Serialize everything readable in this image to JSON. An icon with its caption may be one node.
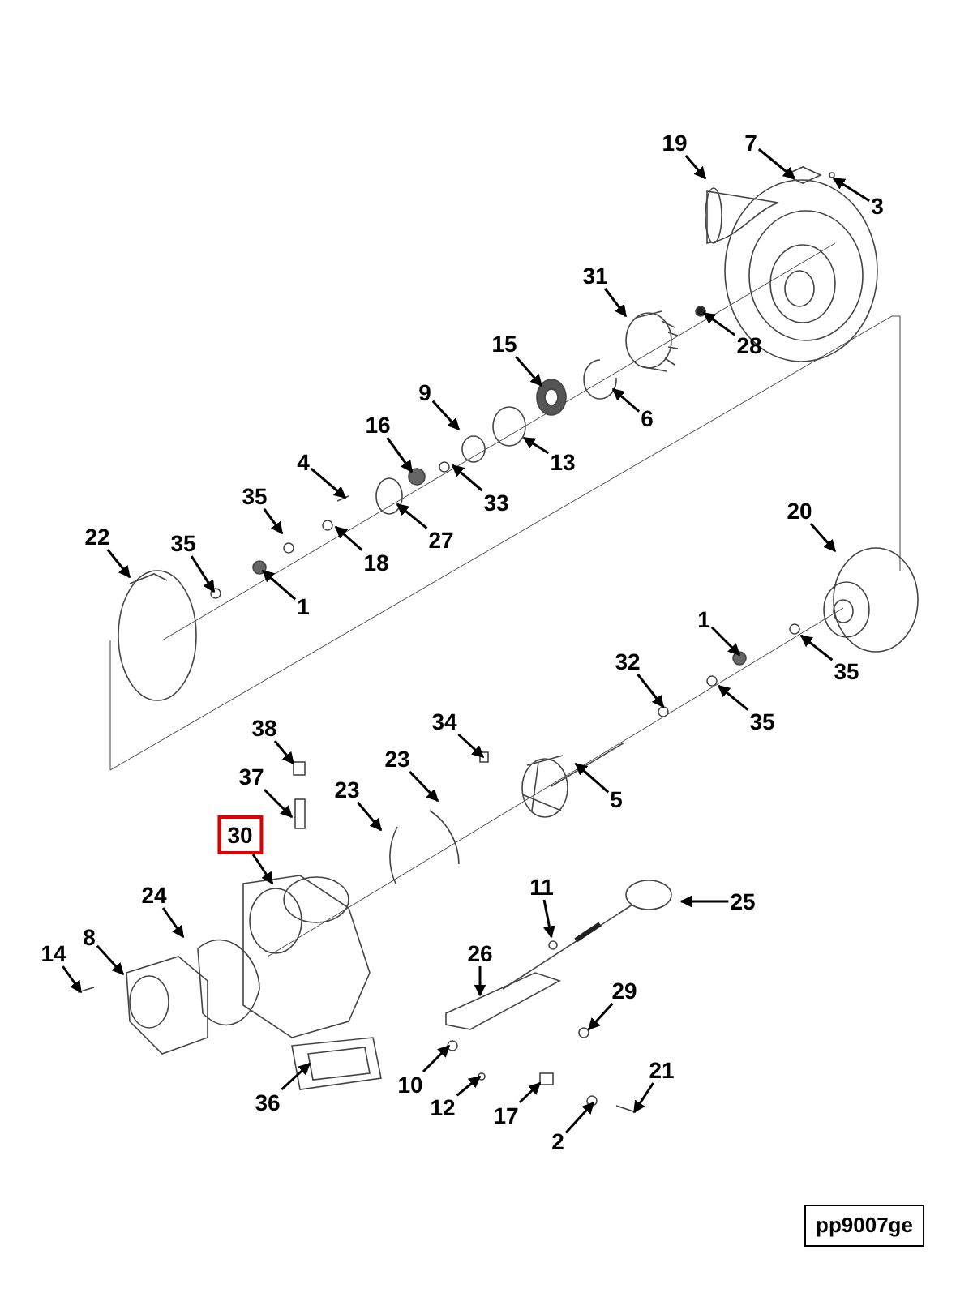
{
  "diagram": {
    "nodes": [
      {
        "text": [
          "19"
        ]
      },
      {
        "text": [
          "7"
        ]
      },
      {
        "text": [
          "3"
        ]
      },
      {
        "text": [
          "31"
        ]
      },
      {
        "text": [
          "28"
        ]
      },
      {
        "text": [
          "15"
        ]
      },
      {
        "text": [
          "6"
        ]
      },
      {
        "text": [
          "9"
        ]
      },
      {
        "text": [
          "13"
        ]
      },
      {
        "text": [
          "16"
        ]
      },
      {
        "text": [
          "33"
        ]
      },
      {
        "text": [
          "4"
        ]
      },
      {
        "text": [
          "27"
        ]
      },
      {
        "text": [
          "35"
        ]
      },
      {
        "text": [
          "18"
        ]
      },
      {
        "text": [
          "22"
        ]
      },
      {
        "text": [
          "35"
        ]
      },
      {
        "text": [
          "1"
        ]
      },
      {
        "text": [
          "20"
        ]
      },
      {
        "text": [
          "1"
        ]
      },
      {
        "text": [
          "35"
        ]
      },
      {
        "text": [
          "32"
        ]
      },
      {
        "text": [
          "35"
        ]
      },
      {
        "text": [
          "38"
        ]
      },
      {
        "text": [
          "34"
        ]
      },
      {
        "text": [
          "23"
        ]
      },
      {
        "text": [
          "37"
        ]
      },
      {
        "text": [
          "23"
        ]
      },
      {
        "text": [
          "5"
        ]
      },
      {
        "text": [
          "30"
        ]
      },
      {
        "text": [
          "24"
        ]
      },
      {
        "text": [
          "11"
        ]
      },
      {
        "text": [
          "25"
        ]
      },
      {
        "text": [
          "8"
        ]
      },
      {
        "text": [
          "26"
        ]
      },
      {
        "text": [
          "14"
        ]
      },
      {
        "text": [
          "29"
        ]
      },
      {
        "text": [
          "21"
        ]
      },
      {
        "text": [
          "10"
        ]
      },
      {
        "text": [
          "36"
        ]
      },
      {
        "text": [
          "12"
        ]
      },
      {
        "text": [
          "17"
        ]
      },
      {
        "text": [
          "2"
        ]
      },
      {
        "text": [
          "pp9007ge"
        ]
      }
    ],
    "edges": [
      {
        "from": 0,
        "to": null,
        "arrow": "to"
      },
      {
        "from": 1,
        "to": null,
        "arrow": "to"
      },
      {
        "from": 2,
        "to": null,
        "arrow": "to"
      },
      {
        "from": 3,
        "to": null,
        "arrow": "to"
      },
      {
        "from": 4,
        "to": null,
        "arrow": "to"
      },
      {
        "from": 5,
        "to": null,
        "arrow": "to"
      },
      {
        "from": 6,
        "to": null,
        "arrow": "to"
      },
      {
        "from": 7,
        "to": null,
        "arrow": "to"
      },
      {
        "from": 8,
        "to": null,
        "arrow": "to"
      },
      {
        "from": 9,
        "to": null,
        "arrow": "to"
      },
      {
        "from": 10,
        "to": null,
        "arrow": "to"
      },
      {
        "from": 11,
        "to": null,
        "arrow": "to"
      },
      {
        "from": 12,
        "to": null,
        "arrow": "to"
      },
      {
        "from": 13,
        "to": null,
        "arrow": "to"
      },
      {
        "from": 14,
        "to": null,
        "arrow": "to"
      },
      {
        "from": 15,
        "to": null,
        "arrow": "to"
      },
      {
        "from": 16,
        "to": null,
        "arrow": "to"
      },
      {
        "from": 17,
        "to": null,
        "arrow": "to"
      },
      {
        "from": 18,
        "to": null,
        "arrow": "to"
      },
      {
        "from": 19,
        "to": null,
        "arrow": "to"
      },
      {
        "from": 20,
        "to": null,
        "arrow": "to"
      },
      {
        "from": 21,
        "to": null,
        "arrow": "to"
      },
      {
        "from": 22,
        "to": null,
        "arrow": "to"
      },
      {
        "from": 23,
        "to": null,
        "arrow": "to"
      },
      {
        "from": 24,
        "to": null,
        "arrow": "to"
      },
      {
        "from": 25,
        "to": null,
        "arrow": "to"
      },
      {
        "from": 26,
        "to": null,
        "arrow": "to"
      },
      {
        "from": 27,
        "to": null,
        "arrow": "to"
      },
      {
        "from": 28,
        "to": null,
        "arrow": "to"
      },
      {
        "from": 29,
        "to": null,
        "arrow": "to"
      },
      {
        "from": 30,
        "to": null,
        "arrow": "to"
      },
      {
        "from": 31,
        "to": null,
        "arrow": "to"
      },
      {
        "from": 32,
        "to": null,
        "arrow": "to"
      },
      {
        "from": 33,
        "to": null,
        "arrow": "to"
      },
      {
        "from": 34,
        "to": null,
        "arrow": "to"
      },
      {
        "from": 35,
        "to": null,
        "arrow": "to"
      },
      {
        "from": 36,
        "to": null,
        "arrow": "to"
      },
      {
        "from": 37,
        "to": null,
        "arrow": "to"
      },
      {
        "from": 38,
        "to": null,
        "arrow": "to"
      },
      {
        "from": 39,
        "to": null,
        "arrow": "to"
      },
      {
        "from": 40,
        "to": null,
        "arrow": "to"
      },
      {
        "from": 41,
        "to": null,
        "arrow": "to"
      },
      {
        "from": 42,
        "to": null,
        "arrow": "to"
      }
    ]
  }
}
